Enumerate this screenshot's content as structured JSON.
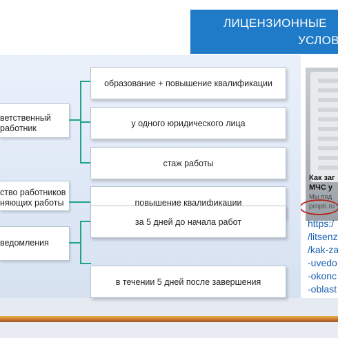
{
  "title": {
    "line1": "ЛИЦЕНЗИОННЫЕ",
    "line2": "УСЛОВ"
  },
  "groups": [
    {
      "label_lines": [
        "ветственный",
        "работник"
      ],
      "options": [
        "образование + повышение квалификации",
        "у одного юридического лица",
        "стаж работы"
      ]
    },
    {
      "label_lines": [
        "ство работников",
        "няющих работы"
      ],
      "options": [
        "повышение квалификации"
      ]
    },
    {
      "label_lines": [
        "ведомления"
      ],
      "options": [
        "за 5 дней до начала работ",
        "в течении 5 дней после завершения"
      ]
    }
  ],
  "video": {
    "caption_line1": "Как заг",
    "caption_line2": "МЧС у",
    "caption_line3": "Мы под",
    "domain": "propb.ru"
  },
  "url_lines": [
    "https:/",
    "/litsenz",
    "/kak-za",
    "-uvedo",
    "-okonc",
    "-oblast"
  ]
}
